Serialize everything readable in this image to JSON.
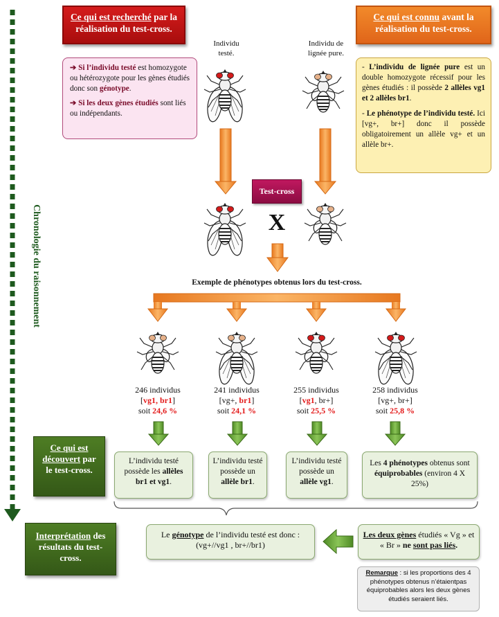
{
  "header": {
    "left": {
      "part1": "Ce qui est recherché",
      "part2": " par la réalisation du test-cross."
    },
    "right": {
      "part1": "Ce qui est connu",
      "part2": " avant la réalisation du test-cross."
    }
  },
  "labels": {
    "individu_teste": "Individu testé.",
    "individu_lignee": "Individu de lignée pure.",
    "test_cross": "Test-cross",
    "cross_symbol": "X",
    "exemple": "Exemple de phénotypes obtenus lors du test-cross.",
    "chronologie": "Chronologie du raisonnement"
  },
  "recherche": {
    "item1_bold": "Si l’individu testé",
    "item1_text": " est homozygote ou hétérozygote pour les gènes étudiés donc son ",
    "item1_end": "génotype",
    "item1_dot": ".",
    "item2_bold": "Si les deux gènes étudiés",
    "item2_text": " sont liés ou indépendants."
  },
  "connu": {
    "item1_lead": "- ",
    "item1_bold": "L’individu de lignée pure",
    "item1_text": " est un double homozygote récessif pour les gènes étudiés : il possède ",
    "item1_b2": "2 allèles vg1 et 2 allèles br1",
    "item1_dot": ".",
    "item2_lead": "- ",
    "item2_bold": "Le phénotype de l’individu testé.",
    "item2_text": " Ici [vg+, br+] donc il possède obligatoirement un allèle vg+ et un allèle br+."
  },
  "results": [
    {
      "count": "246 individus",
      "pheno_open": "[",
      "pheno_a": "vg1",
      "pheno_sep": ", ",
      "pheno_b": "br1",
      "pheno_close": "]",
      "soit": "soit ",
      "pct": "24,6 %"
    },
    {
      "count": "241 individus",
      "pheno_open": "[",
      "pheno_a": "vg+",
      "pheno_sep": ", ",
      "pheno_b": "br1",
      "pheno_close": "]",
      "soit": "soit ",
      "pct": "24,1 %"
    },
    {
      "count": "255 individus",
      "pheno_open": "[",
      "pheno_a": "vg1",
      "pheno_sep": ", ",
      "pheno_b": "br+",
      "pheno_close": "]",
      "soit": "soit ",
      "pct": "25,5 %"
    },
    {
      "count": "258 individus",
      "pheno_open": "[",
      "pheno_a": "vg+",
      "pheno_sep": ", ",
      "pheno_b": "br+",
      "pheno_close": "]",
      "soit": "soit ",
      "pct": "25,8 %"
    }
  ],
  "decouvert": {
    "title": "Ce qui est découvert par le test-cross.",
    "title_u": "Ce qui est découvert",
    "title_rest": " par le test-cross.",
    "box1_a": "L’individu testé possède les ",
    "box1_b": "allèles br1 et vg1",
    "box1_c": ".",
    "box2_a": "L’individu testé possède un ",
    "box2_b": "allèle br1",
    "box2_c": ".",
    "box3_a": "L’individu testé possède un ",
    "box3_b": "allèle vg1",
    "box3_c": ".",
    "box4_a": "Les ",
    "box4_b": "4 phénotypes",
    "box4_c": " obtenus sont ",
    "box4_d": "équiprobables",
    "box4_e": " (environ 4 X 25%)"
  },
  "interpretation": {
    "title_u": "Interprétation",
    "title_rest": " des résultats du test-cross.",
    "genotype_lead": "Le ",
    "genotype_word": "génotype",
    "genotype_text": " de l’individu testé est donc :",
    "genotype_value": "(vg+//vg1 , br+//br1)",
    "genes_u": "Les deux gènes",
    "genes_text": " étudiés « Vg » et « Br » ",
    "genes_ne": "ne ",
    "genes_sont": "sont pas liés",
    "genes_dot": "."
  },
  "remarque": {
    "label": "Remarque",
    "text": " : si les proportions des 4 phénotypes obtenus n’étaientpas équiprobables alors les deux gènes étudiés seraient liés."
  },
  "colors": {
    "red": "#c0141a",
    "orange": "#ee7b23",
    "arrow_orange": "#f39a3c",
    "dark_green": "#3f6a1c",
    "light_green": "#e9f1df",
    "dash_green": "#1e5a1e"
  }
}
